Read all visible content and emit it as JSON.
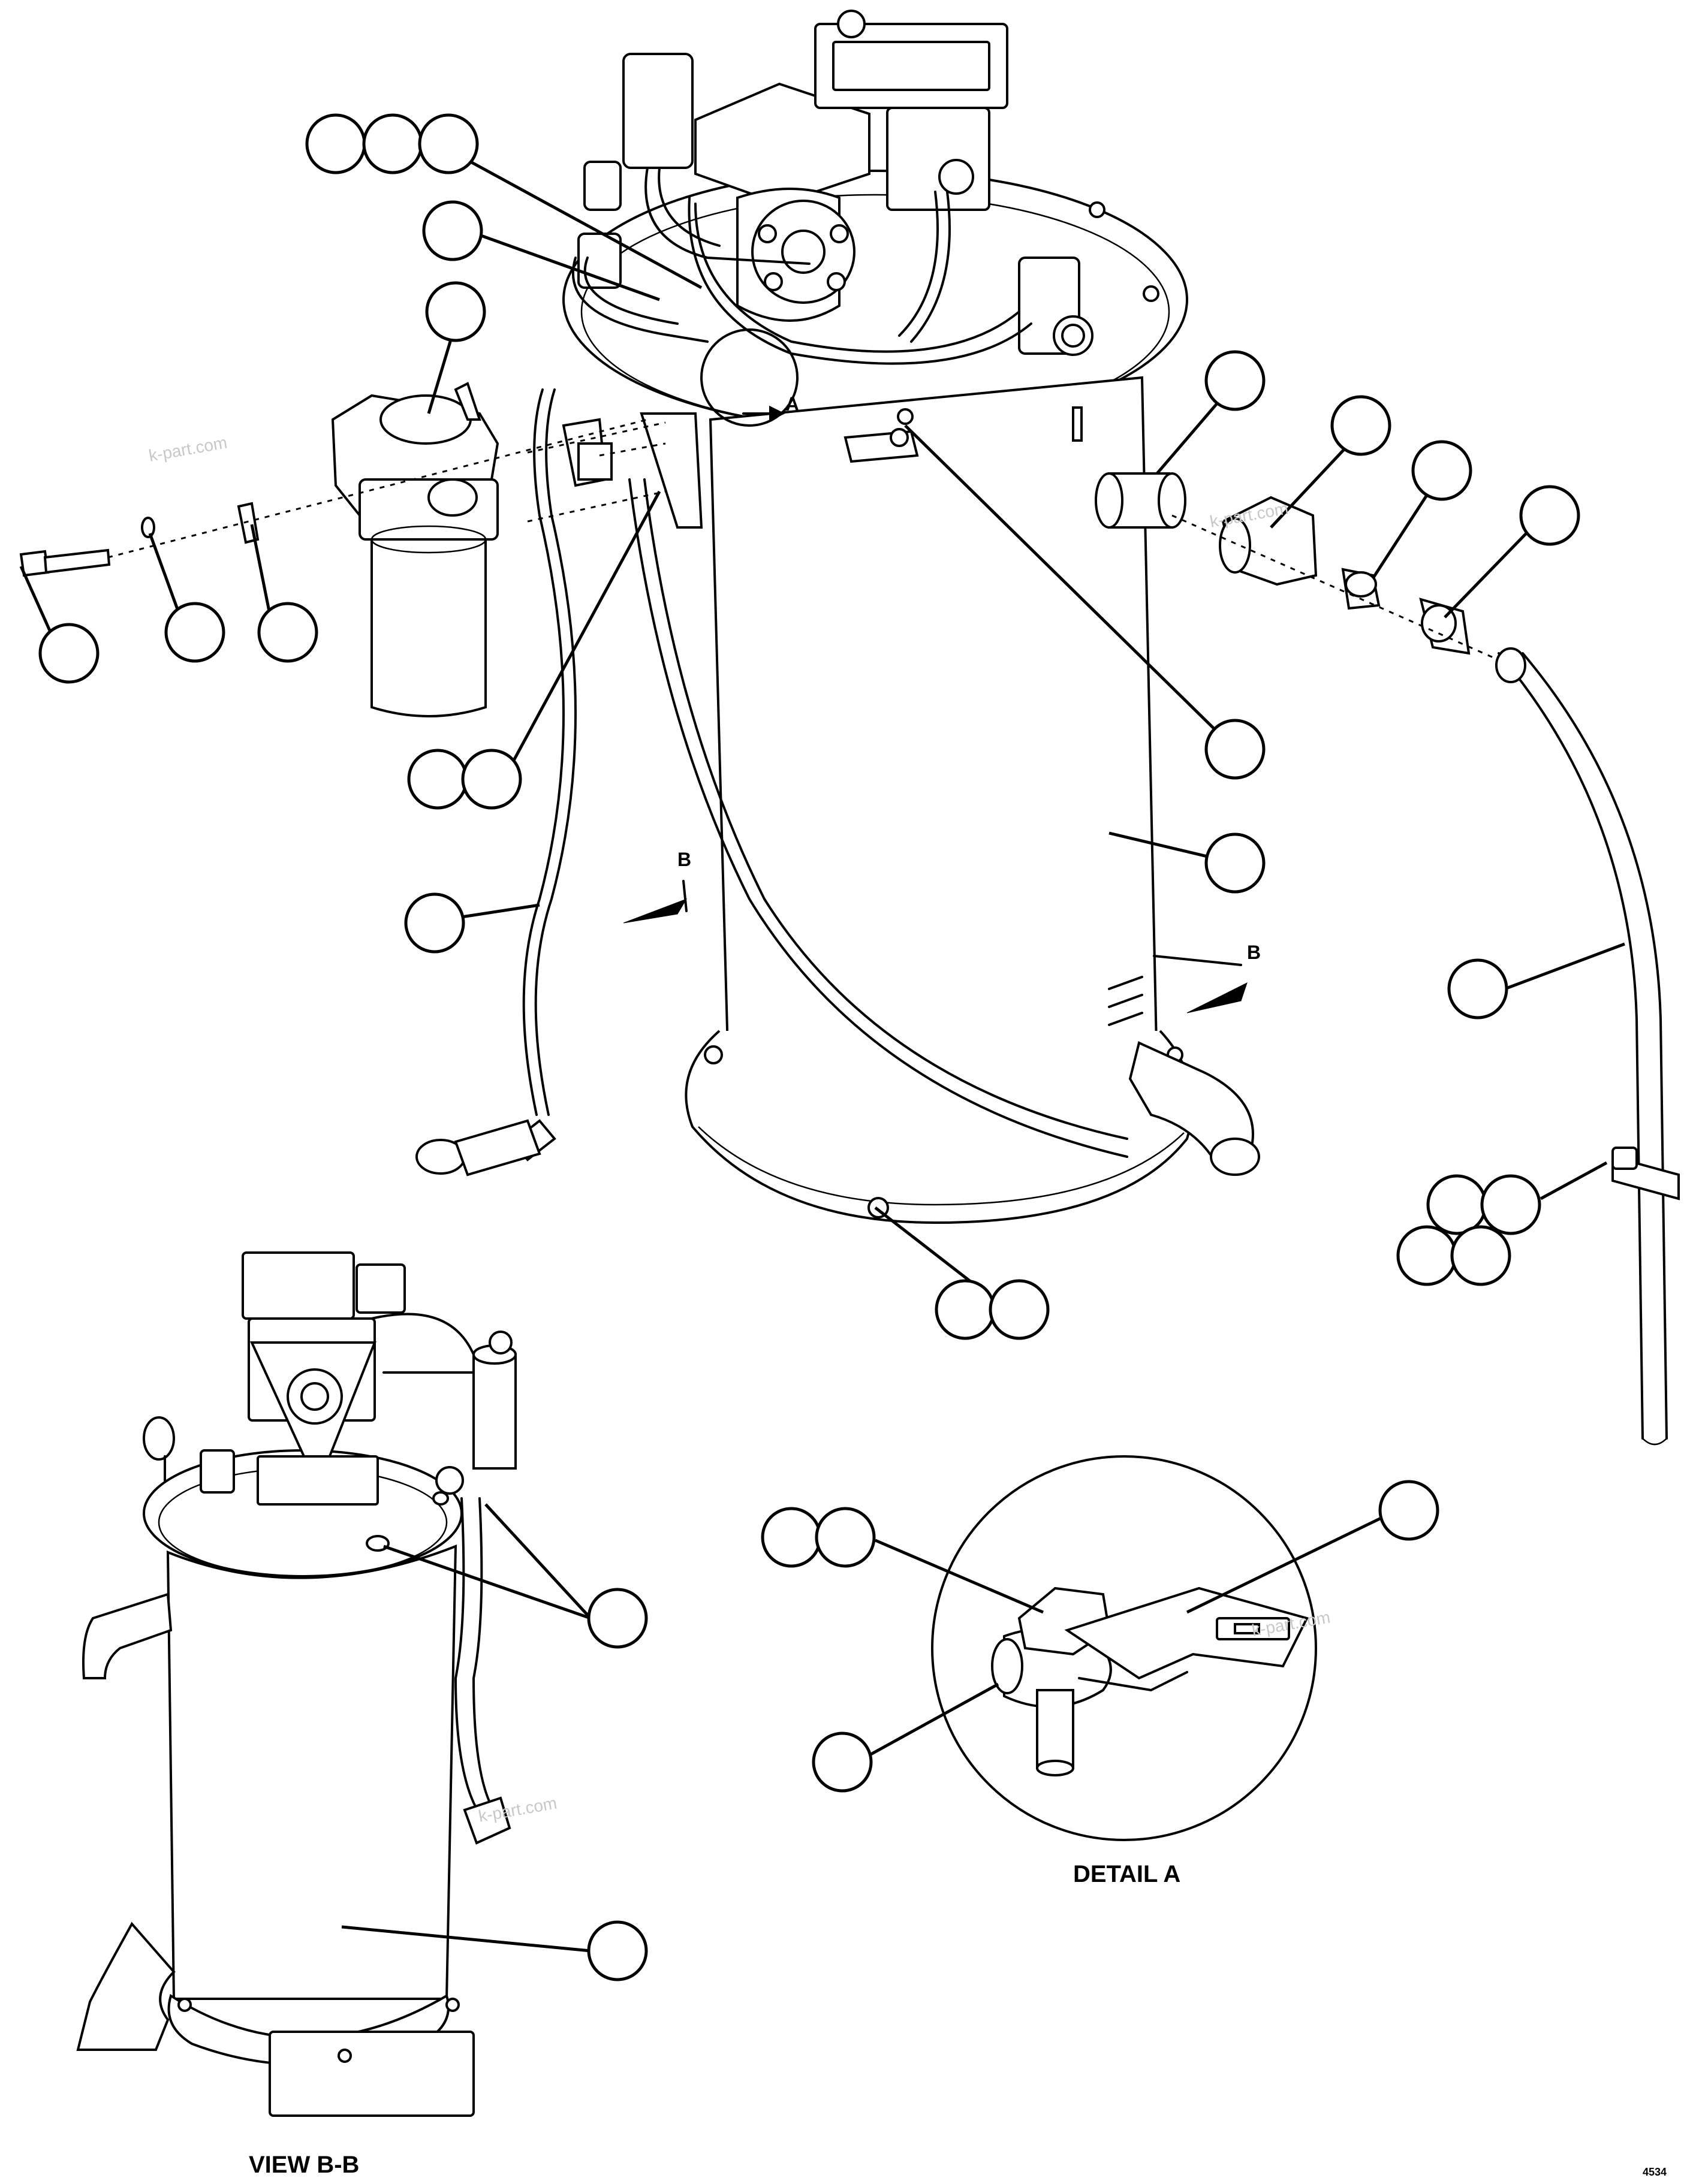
{
  "labels": {
    "section_b": "B",
    "detail_a_marker": "A",
    "detail_a_title": "DETAIL A",
    "view_bb_title": "VIEW B-B",
    "drawing_number": "4534"
  },
  "watermark": "k-part.com",
  "callouts_note": "callout circles are blank in the original",
  "colors": {
    "line": "#000000",
    "background": "#ffffff",
    "watermark": "#c8c8c8"
  }
}
